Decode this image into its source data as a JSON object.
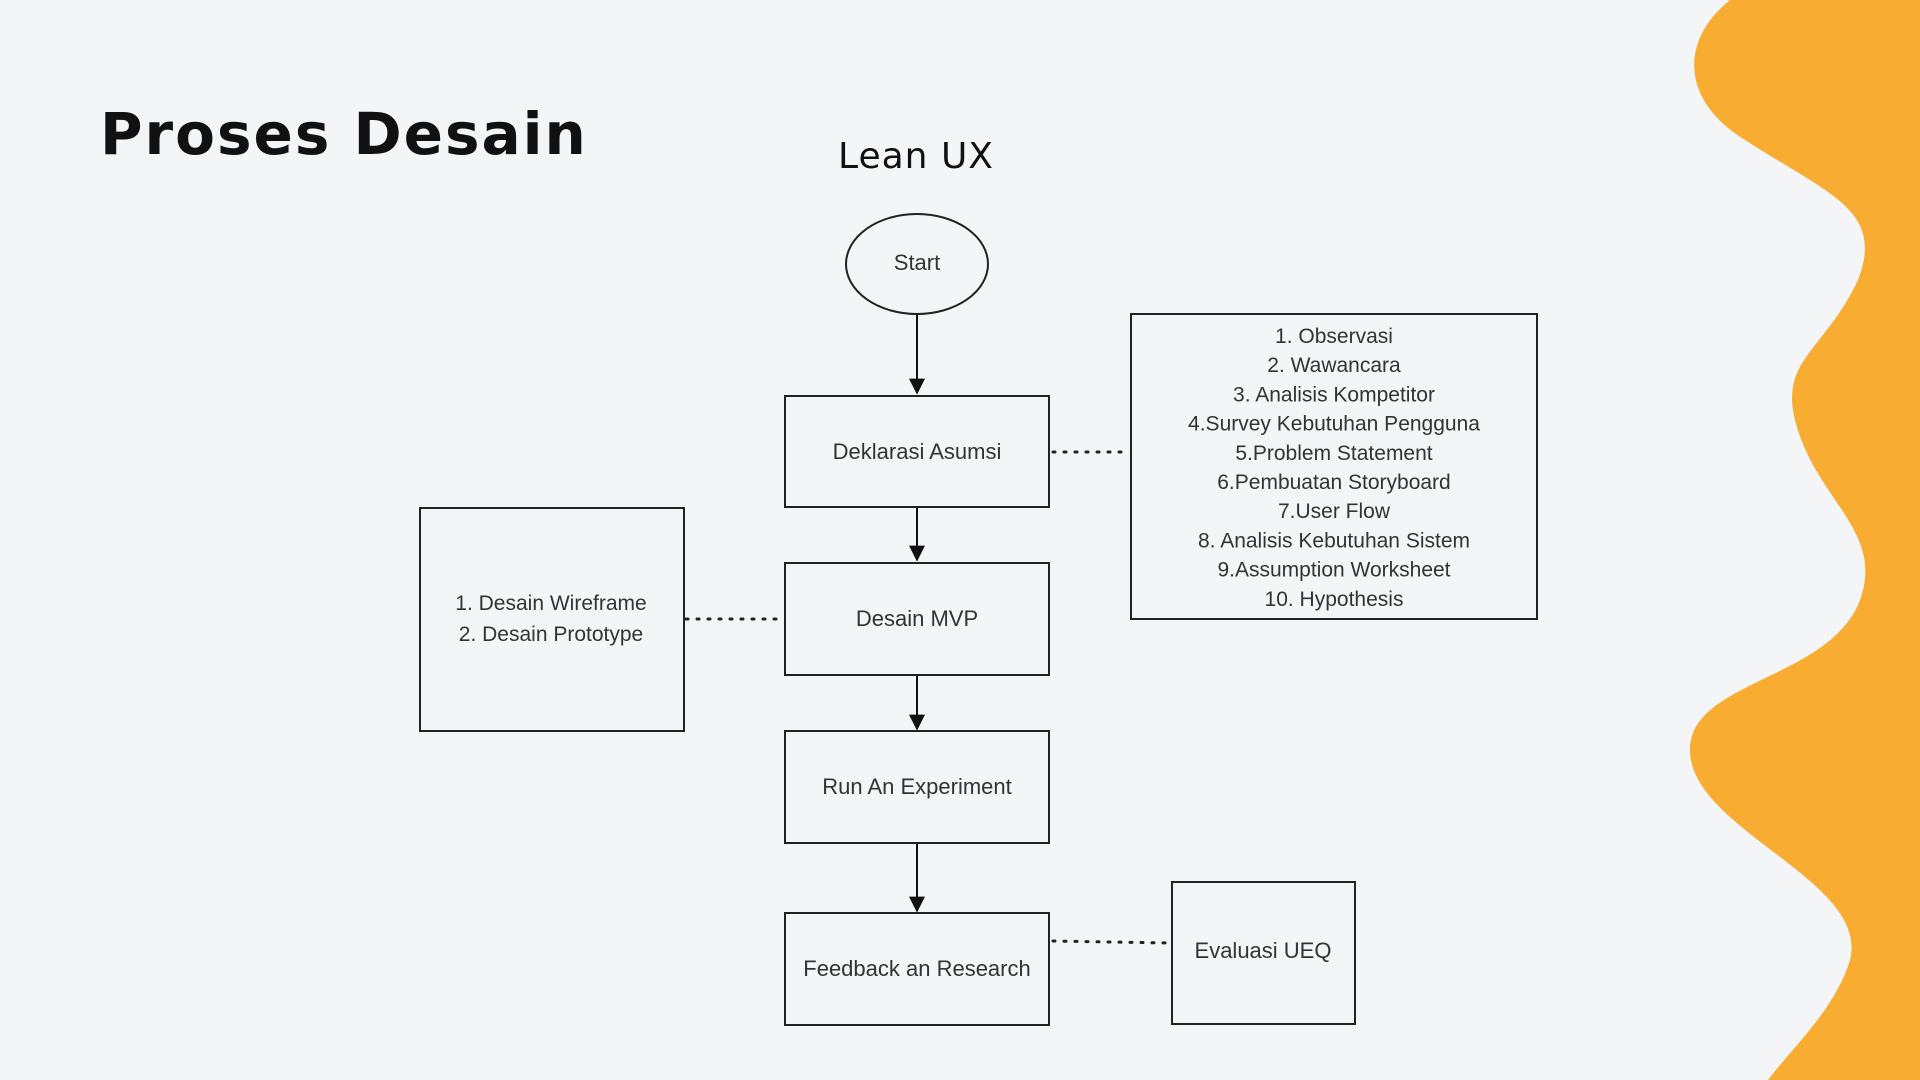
{
  "slide": {
    "title": "Proses Desain",
    "accent_color": "#f8ad32"
  },
  "diagram": {
    "title": "Lean UX",
    "start": "Start",
    "steps": [
      "Deklarasi Asumsi",
      "Desain MVP",
      "Run An Experiment",
      "Feedback an Research"
    ],
    "assumption_tasks": [
      "1. Observasi",
      "2. Wawancara",
      "3. Analisis Kompetitor",
      "4.Survey Kebutuhan Pengguna",
      "5.Problem Statement",
      "6.Pembuatan Storyboard",
      "7.User Flow",
      "8. Analisis Kebutuhan Sistem",
      "9.Assumption Worksheet",
      "10. Hypothesis"
    ],
    "mvp_tasks": [
      "1. Desain Wireframe",
      "2. Desain Prototype"
    ],
    "evaluation": "Evaluasi UEQ"
  }
}
